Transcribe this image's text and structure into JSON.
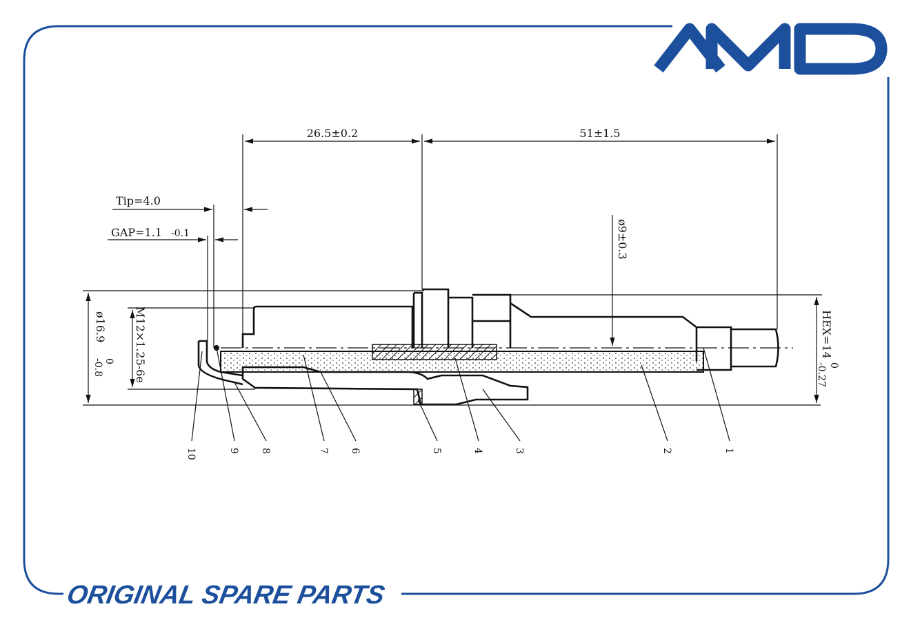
{
  "brand": {
    "logo_text": "AMD",
    "tagline": "ORIGINAL SPARE PARTS",
    "color": "#1c4f9c"
  },
  "dimensions": {
    "insulator_to_seat": "26.5±0.2",
    "seat_to_terminal": "51±1.5",
    "tip": "Tip=4.0",
    "gap": "GAP=1.1",
    "gap_tol": "-0.1",
    "diameter_body": "ø16.9",
    "diameter_body_tol_upper": "0",
    "diameter_body_tol_lower": "-0.8",
    "thread": "M12×1.25-6e",
    "insulator_diameter": "ø9±0.3",
    "hex": "HEX=14",
    "hex_tol_upper": "0",
    "hex_tol_lower": "-0.27"
  },
  "part_labels": [
    "10",
    "9",
    "8",
    "7",
    "6",
    "5",
    "4",
    "3",
    "2",
    "1"
  ]
}
